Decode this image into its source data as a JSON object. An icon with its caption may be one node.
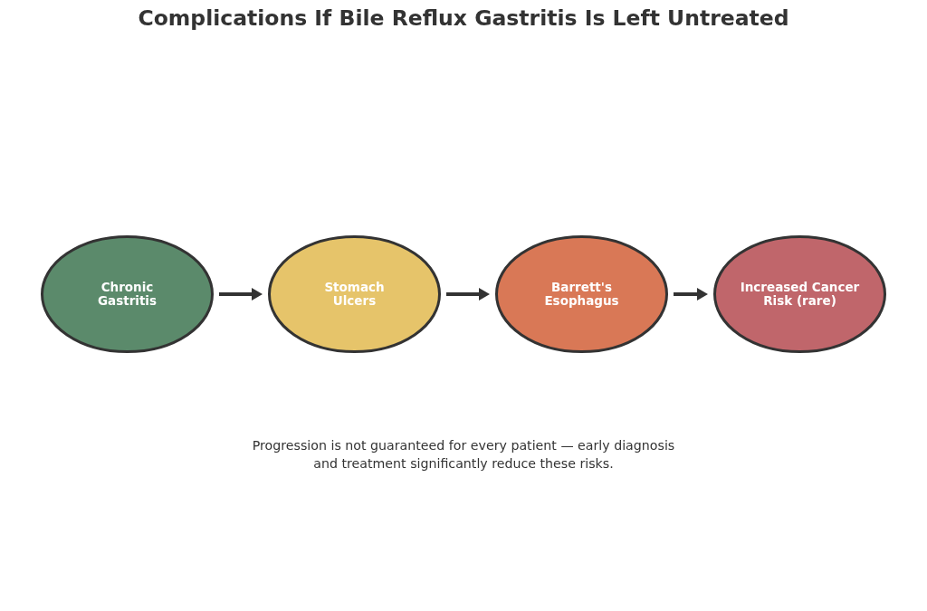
{
  "diagram": {
    "title": "Complications If Bile Reflux Gastritis Is Left Untreated",
    "nodes": [
      {
        "text": [
          "Chronic Gastritis"
        ]
      },
      {
        "text": [
          "Stomach Ulcers"
        ]
      },
      {
        "text": [
          "Barrett's Esophagus"
        ]
      },
      {
        "text": [
          "Increased Cancer Risk (rare)"
        ]
      }
    ],
    "edges": [
      {
        "from": 0,
        "to": 1,
        "arrow": "to"
      },
      {
        "from": 1,
        "to": 2,
        "arrow": "to"
      },
      {
        "from": 2,
        "to": 3,
        "arrow": "to"
      }
    ],
    "caption": "Progression is not guaranteed for every patient — early diagnosis and treatment significantly reduce these risks."
  }
}
